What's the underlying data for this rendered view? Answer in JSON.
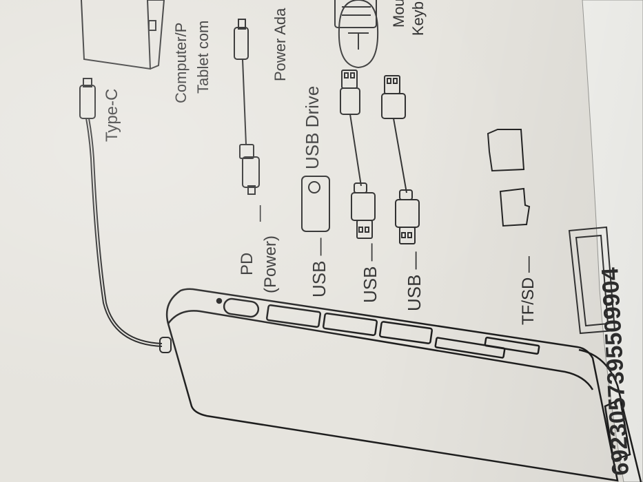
{
  "diagram": {
    "labels": {
      "type_c": "Type-C",
      "computer_line1": "Computer/P",
      "computer_line2": "Tablet com",
      "power_adapter": "Power Ada",
      "mouse": "Mou",
      "keyboard": "Keyb",
      "usb_drive": "USB Drive",
      "pd": "PD",
      "power": "(Power)",
      "usb_1": "USB —",
      "usb_2": "USB —",
      "usb_3": "USB —",
      "tf_sd": "TF/SD —",
      "dash": "—"
    },
    "barcode_number": "6923057395509904"
  },
  "colors": {
    "paper": "#e6e4de",
    "ink": "#2b2b2b",
    "white_box": "#f3f3ef"
  }
}
